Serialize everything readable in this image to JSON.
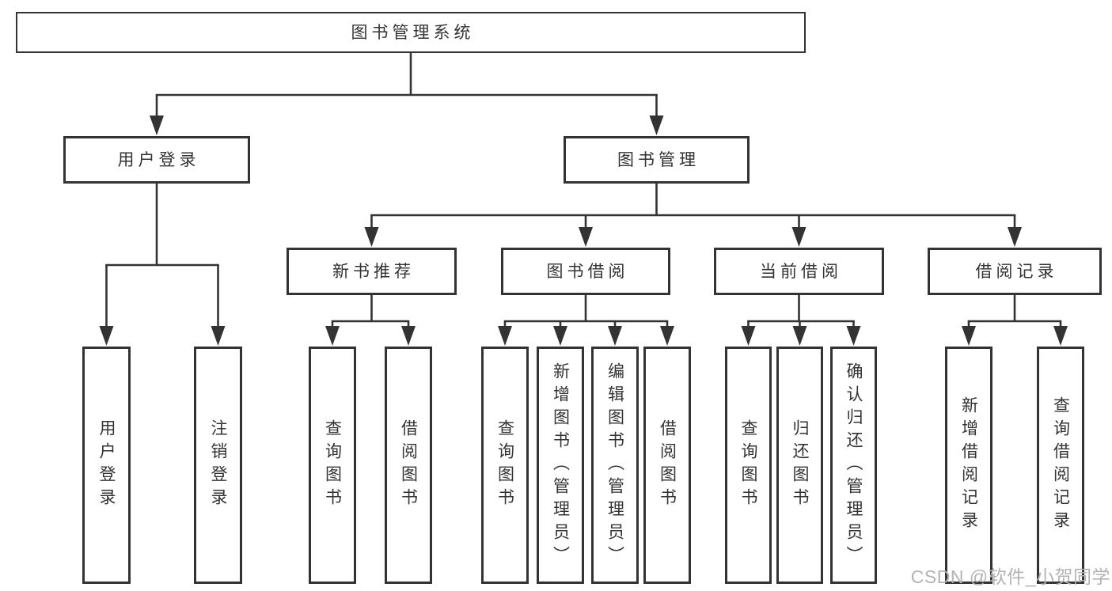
{
  "watermark": "CSDN @软件_小贺同学",
  "colors": {
    "line": "#333333",
    "box_border": "#333333",
    "text": "#333333",
    "watermark": "#b3b3b3",
    "background": "#ffffff"
  },
  "tree": {
    "id": "book-management-system",
    "label": "图书管理系统",
    "children": [
      {
        "id": "user-login",
        "label": "用户登录",
        "children": [
          {
            "id": "login",
            "label": "用户登录"
          },
          {
            "id": "logout",
            "label": "注销登录"
          }
        ]
      },
      {
        "id": "book-management",
        "label": "图书管理",
        "children": [
          {
            "id": "new-book-recommendation",
            "label": "新书推荐",
            "children": [
              {
                "id": "query-books",
                "label": "查询图书"
              },
              {
                "id": "borrow-books",
                "label": "借阅图书"
              }
            ]
          },
          {
            "id": "book-borrowing",
            "label": "图书借阅",
            "children": [
              {
                "id": "query-books",
                "label": "查询图书"
              },
              {
                "id": "add-book-admin",
                "label": "新增图书（管理员）"
              },
              {
                "id": "edit-book-admin",
                "label": "编辑图书（管理员）"
              },
              {
                "id": "borrow-books",
                "label": "借阅图书"
              }
            ]
          },
          {
            "id": "current-borrowing",
            "label": "当前借阅",
            "children": [
              {
                "id": "query-books",
                "label": "查询图书"
              },
              {
                "id": "return-books",
                "label": "归还图书"
              },
              {
                "id": "confirm-return-admin",
                "label": "确认归还（管理员）"
              }
            ]
          },
          {
            "id": "borrowing-records",
            "label": "借阅记录",
            "children": [
              {
                "id": "add-borrowing-record",
                "label": "新增借阅记录"
              },
              {
                "id": "query-borrowing-record",
                "label": "查询借阅记录"
              }
            ]
          }
        ]
      }
    ]
  }
}
